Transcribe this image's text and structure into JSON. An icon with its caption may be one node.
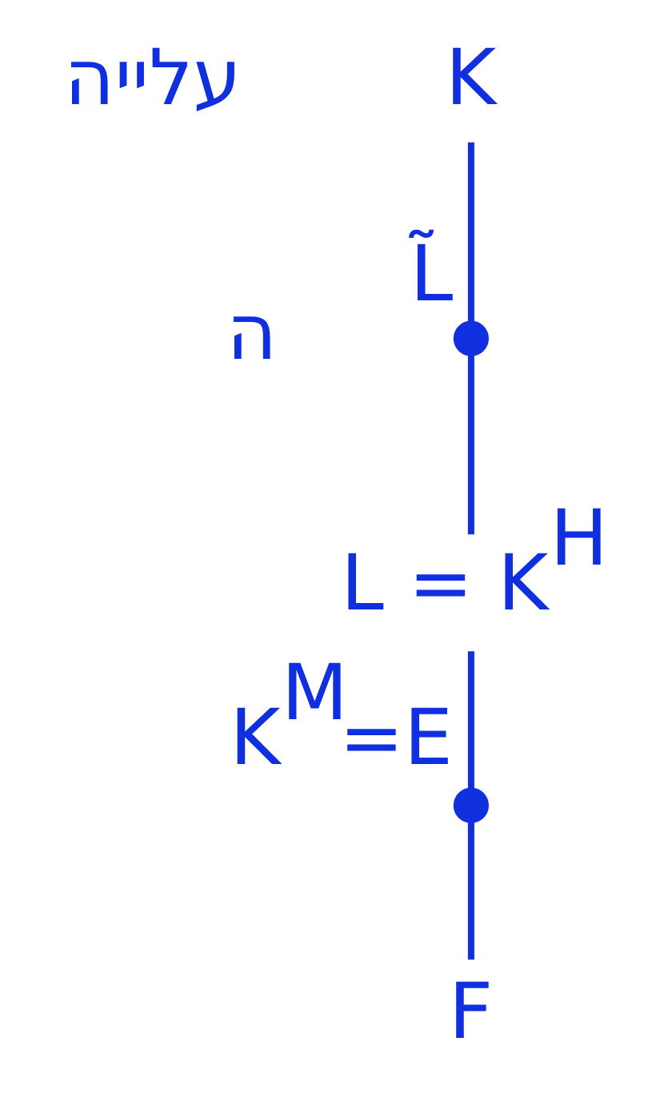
{
  "diagram": {
    "nodes": [
      {
        "text": [
          "K"
        ]
      },
      {
        "text": [
          "L̃"
        ]
      },
      {
        "text": [
          "L = K$^{H}$"
        ]
      },
      {
        "text": [
          "K$^{M}$=E"
        ]
      },
      {
        "text": [
          "F"
        ]
      }
    ],
    "edges": [
      {
        "from": 0,
        "to": 1,
        "arrow": "none"
      },
      {
        "from": 1,
        "to": 2,
        "arrow": "none"
      },
      {
        "from": 2,
        "to": 3,
        "arrow": "none"
      },
      {
        "from": 3,
        "to": 4,
        "arrow": "none"
      }
    ],
    "labels": [
      "עלייה",
      "ה"
    ]
  }
}
